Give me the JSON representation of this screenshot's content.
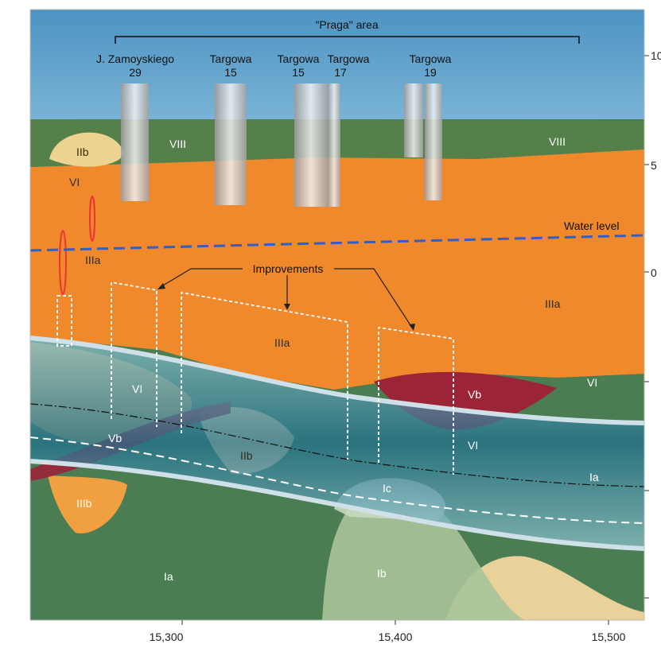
{
  "area_label": "\"Praga\" area",
  "buildings": [
    {
      "name": "J. Zamoyskiego",
      "number": "29"
    },
    {
      "name": "Targowa",
      "number": "15"
    },
    {
      "name": "Targowa",
      "number": "15"
    },
    {
      "name": "Targowa",
      "number": "17"
    },
    {
      "name": "Targowa",
      "number": "19"
    }
  ],
  "water_level_label": "Water level",
  "improvements_label": "Improvements",
  "layer_labels": {
    "viii_left": "VIII",
    "viii_right": "VIII",
    "iib_top": "IIb",
    "vi_top": "VI",
    "iiia_left": "IIIa",
    "iiia_center": "IIIa",
    "iiia_right": "IIIa",
    "vi_left": "VI",
    "vb_left": "Vb",
    "iib_mid": "IIb",
    "vb_right": "Vb",
    "vi_right_upper": "VI",
    "vi_right_lower": "VI",
    "ia_right": "Ia",
    "ic": "Ic",
    "iiib": "IIIb",
    "ia_bottom": "Ia",
    "ib": "Ib"
  },
  "x_ticks": [
    "15,300",
    "15,400",
    "15,500"
  ],
  "y_ticks": [
    "10",
    "5",
    "0"
  ],
  "colors": {
    "sky": "#5a9fc8",
    "surface_green": "#4f7a4a",
    "orange_layer": "#f08a2e",
    "deep_green": "#4a7b52",
    "tunnel_blue": "#2f7fa0",
    "tan": "#e8cf8c",
    "maroon": "#9a2438",
    "water_line": "#2f5fc8"
  }
}
